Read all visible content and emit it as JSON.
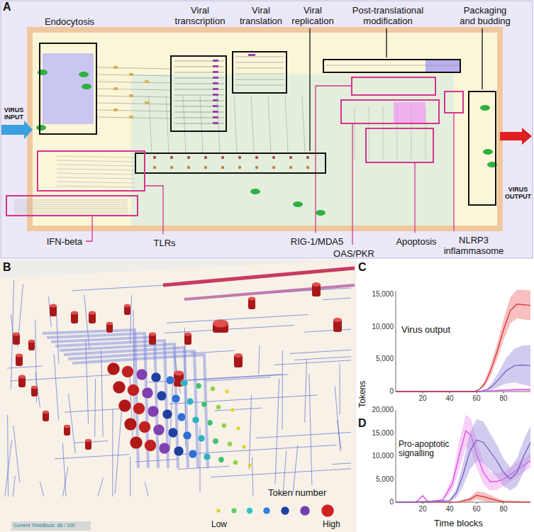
{
  "diagram": {
    "nodes": [
      {
        "text": [
          "Endocytosis"
        ]
      },
      {
        "text": [
          "Viral transcription"
        ]
      },
      {
        "text": [
          "Viral translation"
        ]
      },
      {
        "text": [
          "Viral replication"
        ]
      },
      {
        "text": [
          "Post-translational modification"
        ]
      },
      {
        "text": [
          "Packaging and budding"
        ]
      },
      {
        "text": [
          "IFN-beta"
        ]
      },
      {
        "text": [
          "TLRs"
        ]
      },
      {
        "text": [
          "RIG-1/MDA5"
        ]
      },
      {
        "text": [
          "OAS/PKR"
        ]
      },
      {
        "text": [
          "Apoptosis"
        ]
      },
      {
        "text": [
          "NLRP3 inflammasome"
        ]
      }
    ],
    "labels": [
      "A",
      "VIRUS INPUT",
      "VIRUS OUTPUT",
      "B",
      "Token number",
      "Low",
      "High",
      "Current TimeBlock: 68 / 100",
      "C",
      "Virus output",
      "15,000",
      "10,000",
      "5,000",
      "0",
      "Tokens",
      "20",
      "40",
      "60",
      "80",
      "D",
      "Pro-apoptotic signalling",
      "20,000",
      "15,000",
      "10,000",
      "5,000",
      "0",
      "20",
      "40",
      "60",
      "80",
      "Time blocks"
    ]
  }
}
